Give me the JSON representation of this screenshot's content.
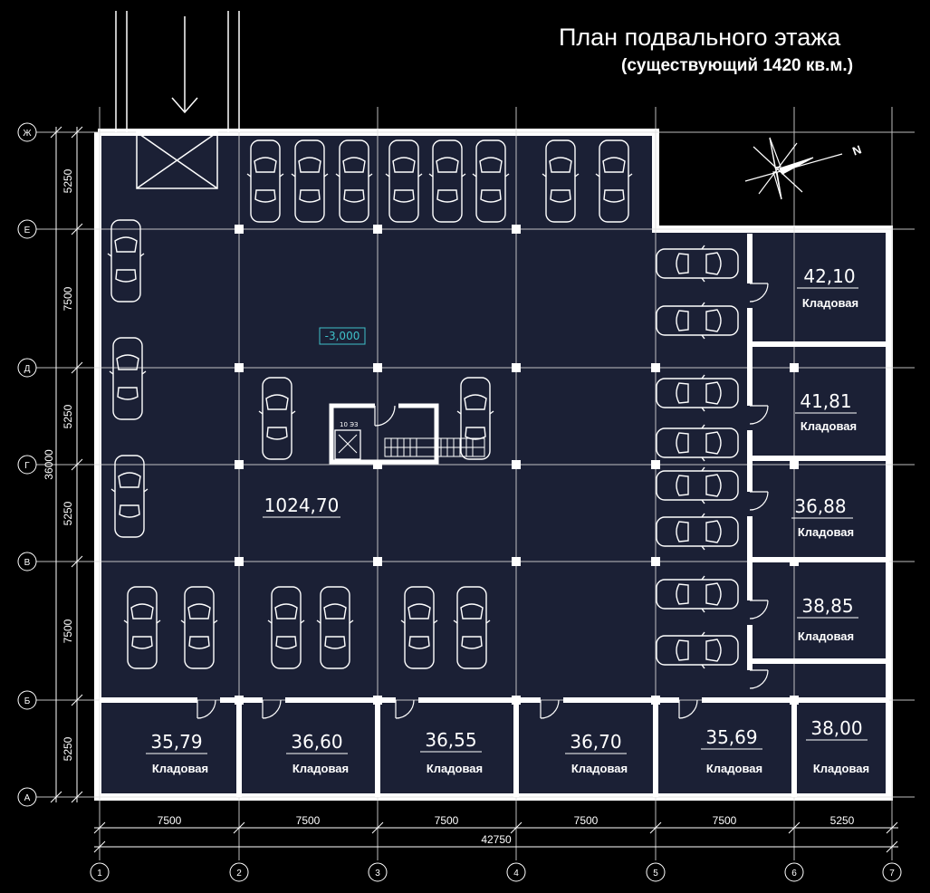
{
  "title": "План подвального этажа",
  "subtitle": "(существующий 1420 кв.м.)",
  "level_mark": "-3,000",
  "main_area": "1024,70",
  "north_mark": "N",
  "storerooms": [
    {
      "area": "42,10",
      "label": "Кладовая"
    },
    {
      "area": "41,81",
      "label": "Кладовая"
    },
    {
      "area": "36,88",
      "label": "Кладовая"
    },
    {
      "area": "38,85",
      "label": "Кладовая"
    },
    {
      "area": "35,79",
      "label": "Кладовая"
    },
    {
      "area": "36,60",
      "label": "Кладовая"
    },
    {
      "area": "36,55",
      "label": "Кладовая"
    },
    {
      "area": "36,70",
      "label": "Кладовая"
    },
    {
      "area": "35,69",
      "label": "Кладовая"
    },
    {
      "area": "38,00",
      "label": "Кладовая"
    }
  ],
  "axes_horizontal": [
    "Ж",
    "Е",
    "Д",
    "Г",
    "В",
    "Б",
    "А"
  ],
  "axes_vertical": [
    "1",
    "2",
    "3",
    "4",
    "5",
    "6",
    "7"
  ],
  "dims_vertical": [
    "5250",
    "7500",
    "5250",
    "5250",
    "7500",
    "5250"
  ],
  "dim_vertical_total": "36000",
  "dims_horizontal": [
    "7500",
    "7500",
    "7500",
    "7500",
    "7500",
    "5250"
  ],
  "dim_horizontal_total": "42750",
  "elevator_label": "10 ЭЗ"
}
